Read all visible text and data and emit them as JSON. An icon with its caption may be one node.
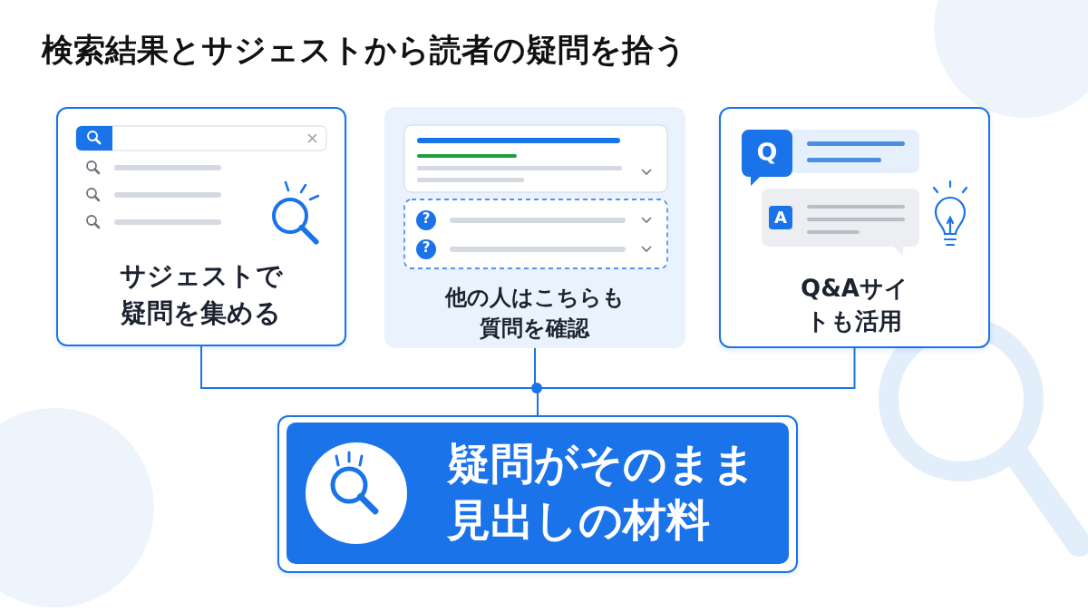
{
  "diagram": {
    "title": "検索結果とサジェストから読者の疑問を拾う",
    "nodes": [
      {
        "text": [
          "サジェストで疑問を集める"
        ]
      },
      {
        "text": [
          "他の人はこちらも質問を確認"
        ]
      },
      {
        "text": [
          "Q&Aサイトも活用"
        ]
      },
      {
        "text": [
          "疑問がそのまま見出しの材料"
        ]
      }
    ],
    "edges": [
      {
        "from": 0,
        "to": 3,
        "arrow": "none"
      },
      {
        "from": 1,
        "to": 3,
        "arrow": "none"
      },
      {
        "from": 2,
        "to": 3,
        "arrow": "none"
      }
    ],
    "labels": [
      "?",
      "?",
      "Q",
      "A"
    ]
  }
}
